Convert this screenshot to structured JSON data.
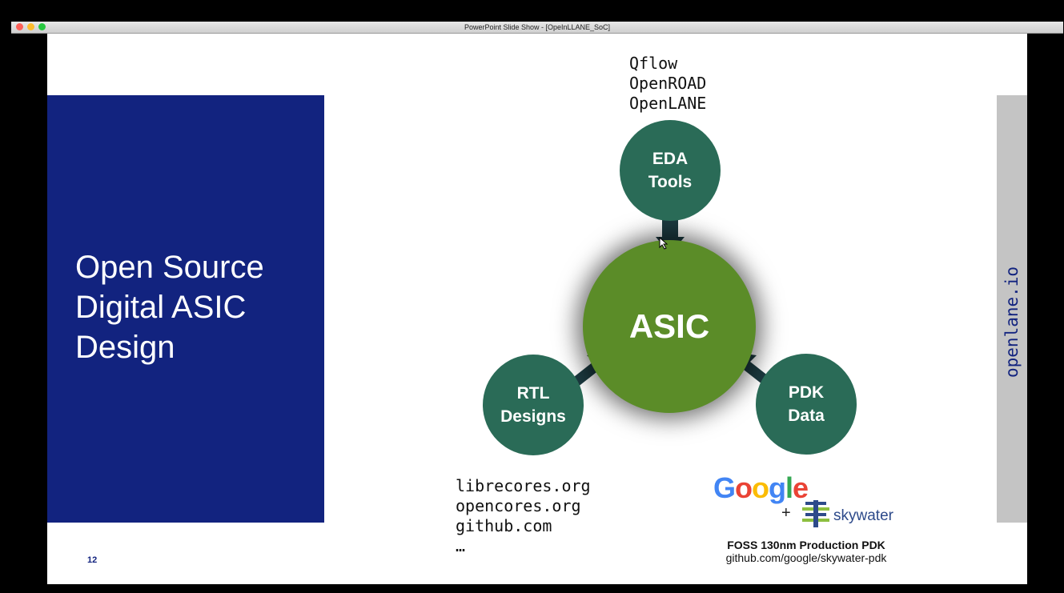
{
  "window": {
    "title": "PowerPoint Slide Show - [OpeInLLANE_SoC]",
    "controls": {
      "close_color": "#fc5f57",
      "minimize_color": "#fdbc2e",
      "zoom_color": "#28c840"
    }
  },
  "slide": {
    "heading": [
      "Open Source",
      "Digital ASIC",
      "Design"
    ],
    "page_number": "12",
    "side_text": "openlane.io",
    "eda_tools_list": [
      "Qflow",
      "OpenROAD",
      "OpenLANE"
    ],
    "rtl_sources_list": [
      "librecores.org",
      "opencores.org",
      "github.com",
      "…"
    ],
    "nodes": {
      "eda": [
        "EDA",
        "Tools"
      ],
      "asic": "ASIC",
      "rtl": [
        "RTL",
        "Designs"
      ],
      "pdk": [
        "PDK",
        "Data"
      ]
    },
    "pdk": {
      "google_logo": [
        "G",
        "o",
        "o",
        "g",
        "l",
        "e"
      ],
      "plus": "+",
      "skywater_logo": "skywater",
      "label": "FOSS 130nm Production PDK",
      "url": "github.com/google/skywater-pdk"
    },
    "colors": {
      "accent_blue": "#12237f",
      "node_green": "#2a6b57",
      "asic_green": "#5b8c28",
      "arrow": "#1c3a40"
    }
  }
}
